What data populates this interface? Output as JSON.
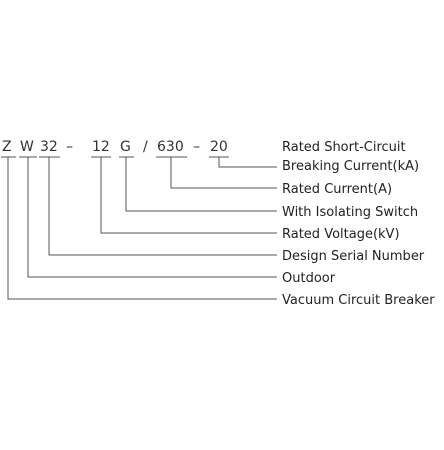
{
  "code": {
    "z": "Z",
    "w": "W",
    "serial": "32",
    "dash1": "–",
    "voltage": "12",
    "g": "G",
    "slash": "/",
    "current": "630",
    "dash2": "–",
    "breaking": "20"
  },
  "labels": {
    "breaking_line1": "Rated Short-Circuit",
    "breaking_line2": "Breaking Current(kA)",
    "current": "Rated Current(A)",
    "isolating": "With Isolating Switch",
    "voltage": "Rated Voltage(kV)",
    "serial": "Design Serial Number",
    "outdoor": "Outdoor",
    "vacuum": "Vacuum Circuit Breaker"
  }
}
